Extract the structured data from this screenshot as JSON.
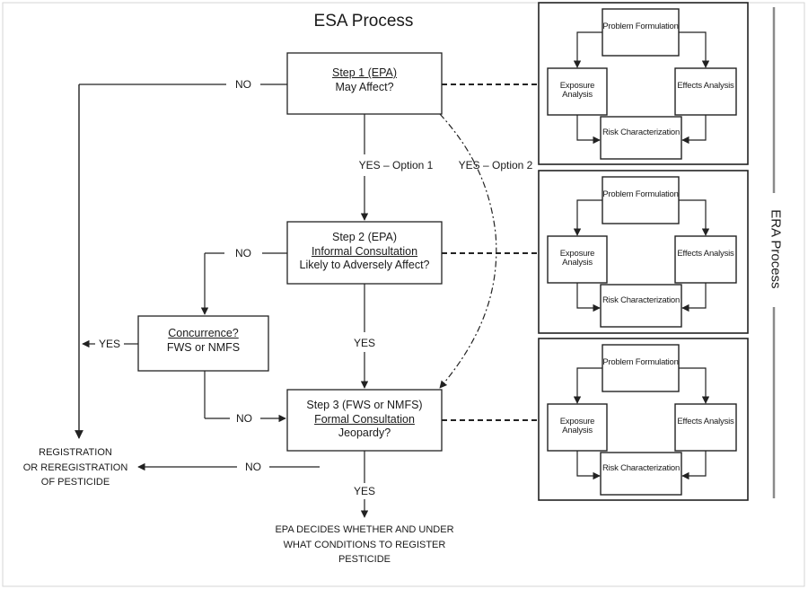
{
  "title": "ESA Process",
  "side_label": "ERA Process",
  "steps": {
    "step1": {
      "line1": "Step 1 (EPA)",
      "line2": "May Affect?"
    },
    "step2": {
      "line1": "Step 2 (EPA)",
      "line2": "Informal Consultation",
      "line3": "Likely to Adversely Affect?"
    },
    "concurrence": {
      "line1": "Concurrence?",
      "line2": "FWS or NMFS"
    },
    "step3": {
      "line1": "Step 3 (FWS or NMFS)",
      "line2": "Formal Consultation",
      "line3": "Jeopardy?"
    }
  },
  "labels": {
    "no": "NO",
    "yes": "YES",
    "yes_option1": "YES – Option 1",
    "yes_option2": "YES – Option 2"
  },
  "outcomes": {
    "registration": [
      "REGISTRATION",
      "OR REREGISTRATION",
      "OF PESTICIDE"
    ],
    "epa_decides": [
      "EPA DECIDES WHETHER AND UNDER",
      "WHAT CONDITIONS TO REGISTER",
      "PESTICIDE"
    ]
  },
  "era_cycle": {
    "problem": "Problem Formulation",
    "exposure": "Exposure Analysis",
    "effects": "Effects Analysis",
    "risk": "Risk Characterization"
  }
}
